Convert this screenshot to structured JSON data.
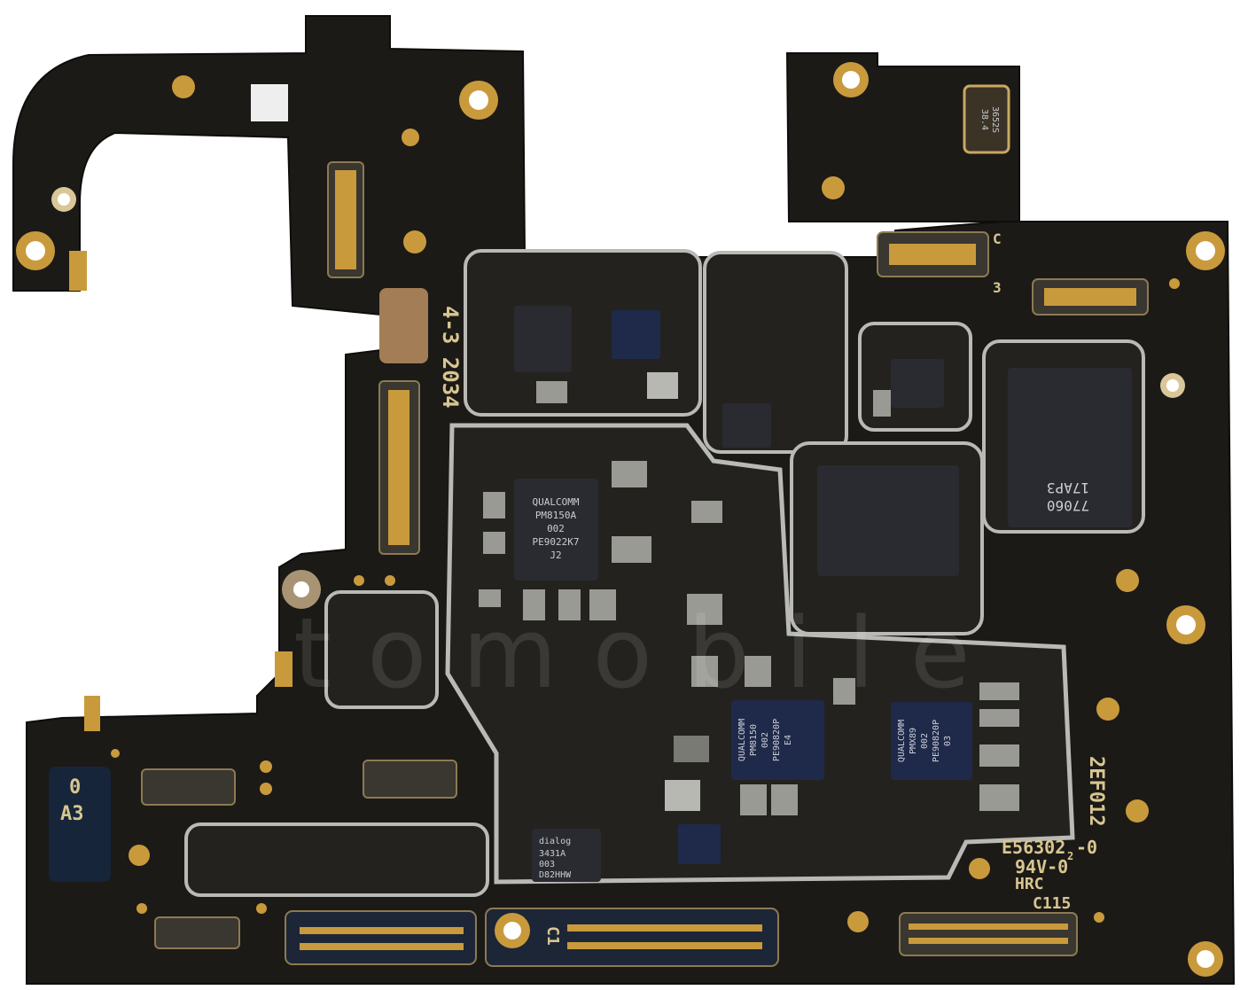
{
  "board": {
    "colors": {
      "pcb": "#1c1a17",
      "gold": "#c99a3c",
      "shield": "#b9bab5",
      "chip": "#2a2b30",
      "blue_chip": "#1f2a4a"
    }
  },
  "silkscreen": {
    "date_code": "4-3 2034",
    "label_a3_top": "0",
    "label_a3": "A3",
    "board_code": "2EF012",
    "cert_line1": "E56302",
    "cert_sub": "2",
    "cert_dash": "-0",
    "cert_line2": "94V-0",
    "cert_line3": "HRC",
    "cert_line4": "C115",
    "c1_label": "C1",
    "c_label": "C",
    "three_label": "3"
  },
  "chips": {
    "pmic": [
      "QUALCOMM",
      "PM8150A",
      "002",
      "PE9022K7",
      "J2"
    ],
    "pm_left": [
      "QUALCOMM",
      "PM8150",
      "002",
      "PE90820P",
      "E4"
    ],
    "pm_right": [
      "QUALCOMM",
      "PMX89",
      "002",
      "PE90820P",
      "03"
    ],
    "dialog": [
      "dialog",
      "3431A",
      "003",
      "D82HHW"
    ],
    "memory": [
      "77060",
      "17AP3"
    ],
    "crystal": [
      "38.4",
      "3652S"
    ]
  },
  "watermark": {
    "text": "ictomobile"
  }
}
